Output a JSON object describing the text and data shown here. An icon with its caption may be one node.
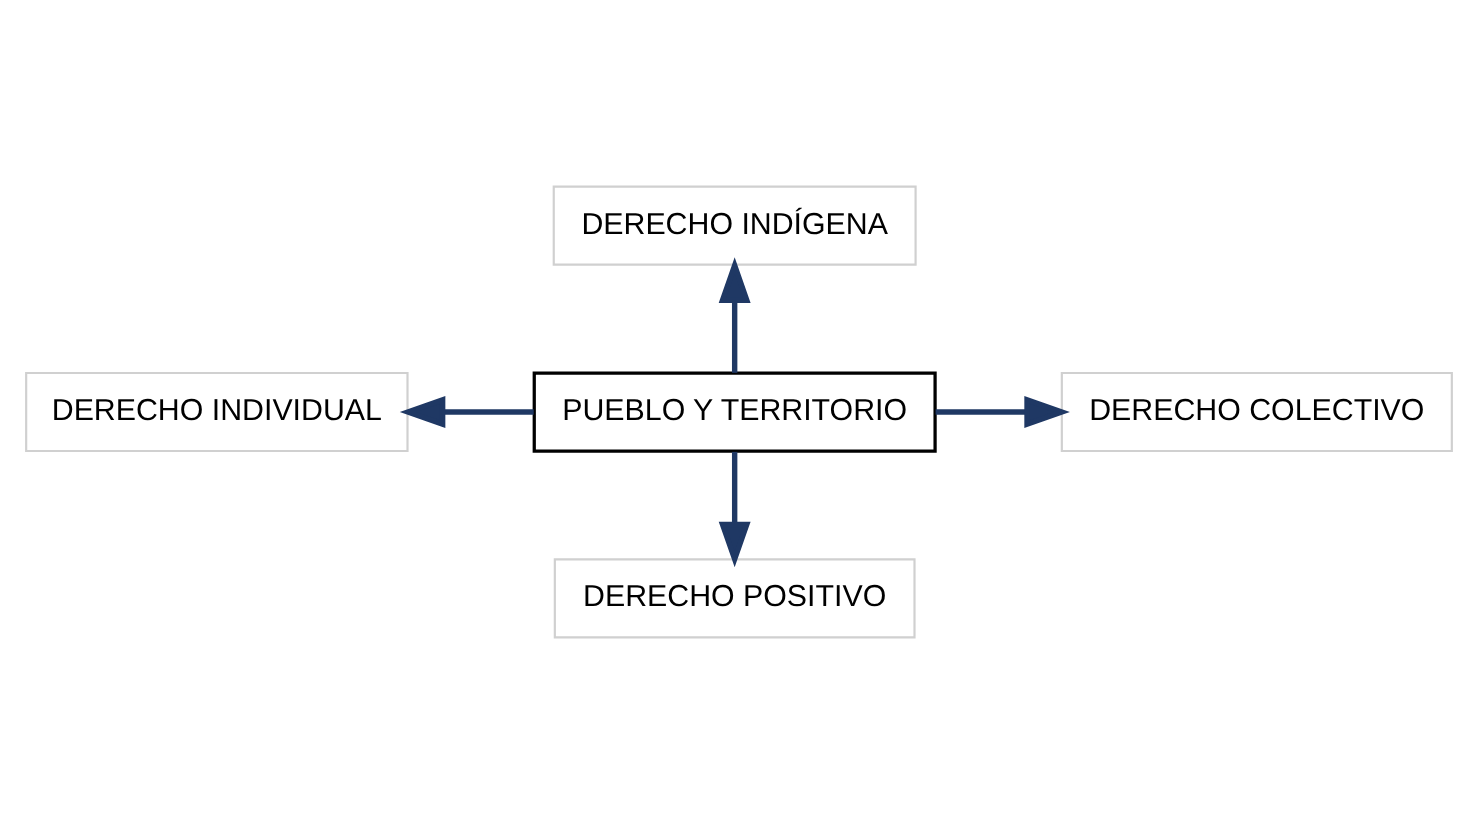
{
  "diagram": {
    "nodes": [
      {
        "text": [
          "DERECHO INDÍGENA"
        ]
      },
      {
        "text": [
          "DERECHO INDIVIDUAL"
        ]
      },
      {
        "text": [
          "PUEBLO Y TERRITORIO"
        ]
      },
      {
        "text": [
          "DERECHO COLECTIVO"
        ]
      },
      {
        "text": [
          "DERECHO POSITIVO"
        ]
      }
    ],
    "edges": [
      {
        "from": 2,
        "to": 0,
        "arrow": "to"
      },
      {
        "from": 2,
        "to": 1,
        "arrow": "to"
      },
      {
        "from": 2,
        "to": 3,
        "arrow": "to"
      },
      {
        "from": 2,
        "to": 4,
        "arrow": "to"
      }
    ]
  }
}
